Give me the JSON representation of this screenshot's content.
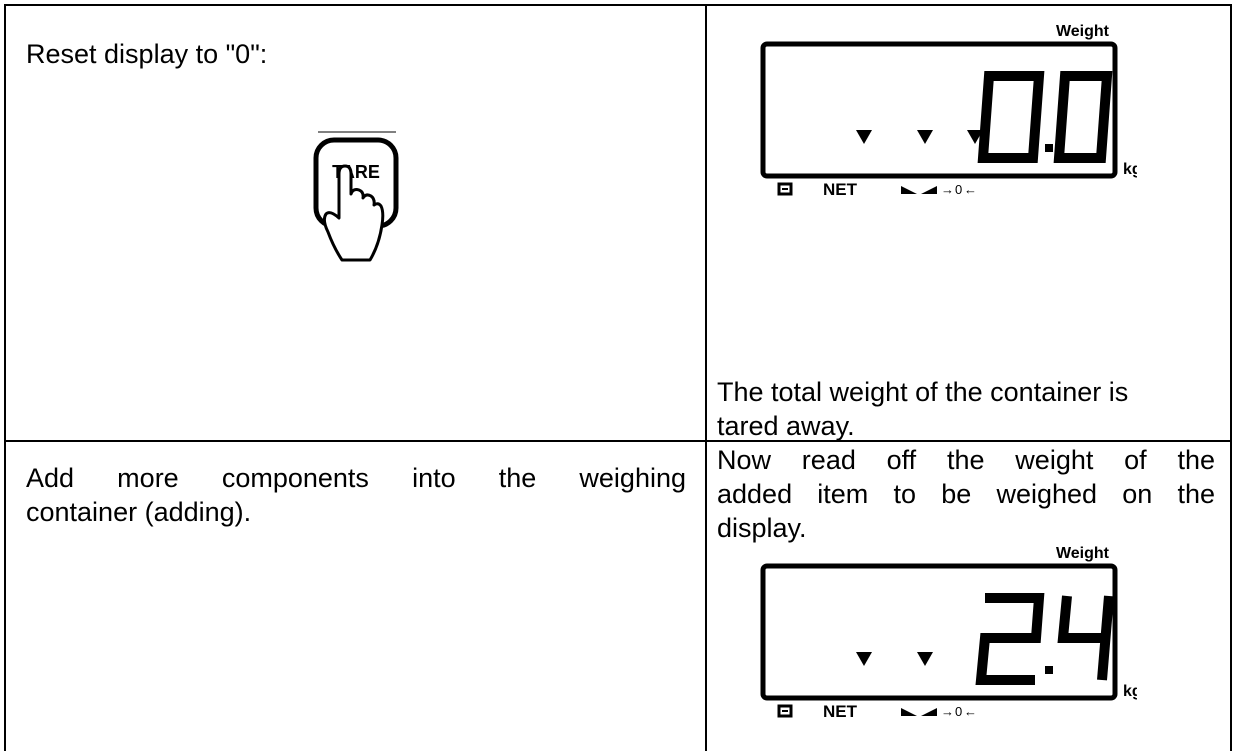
{
  "rows": [
    {
      "left_text": "Reset display to \"0\":",
      "button": {
        "label": "TARE"
      },
      "right_text_line1": "The total weight of the container is",
      "right_text_line2": "tared away.",
      "display": {
        "caption": "Weight",
        "value": "0.0",
        "unit": "kg",
        "indicators": [
          "NET",
          "→",
          "0",
          "←"
        ],
        "active_arrows": 3
      }
    },
    {
      "left_text_line1": "Add more components into the weighing",
      "left_text_line2": "container (adding).",
      "right_text_line1": "Now read off the weight of the",
      "right_text_line2": "added item to be weighed on the",
      "right_text_line3": "display.",
      "display": {
        "caption": "Weight",
        "value": "2.4",
        "unit": "kg",
        "indicators": [
          "NET",
          "→",
          "0",
          "←"
        ],
        "active_arrows": 2
      }
    }
  ]
}
